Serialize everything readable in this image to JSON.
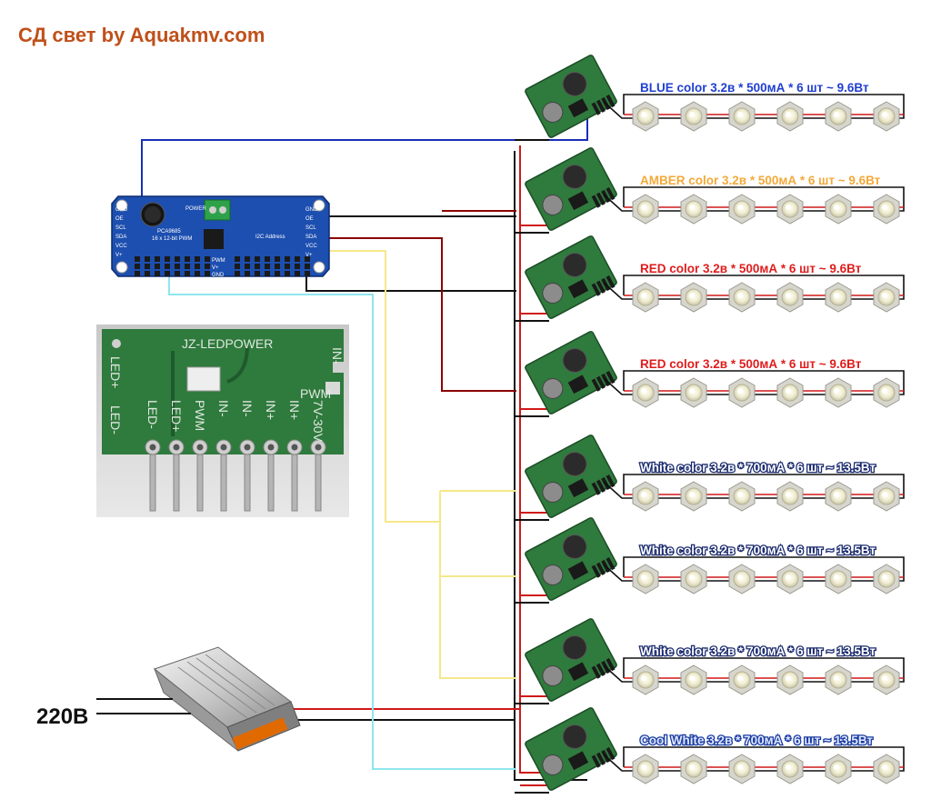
{
  "title": "СД свет by Aquakmv.com",
  "mains_label": "220В",
  "colors": {
    "title": "#c0501a",
    "wire_blue": "#1a2fb8",
    "wire_black": "#111111",
    "wire_red": "#d01818",
    "wire_darkred": "#8b0000",
    "wire_yellow": "#f5e88a",
    "wire_cyan": "#8fe6ee",
    "pcb_blue": "#1d4fb0",
    "pcb_green": "#2f7a3d"
  },
  "pca_board": {
    "chip": "PCA9685",
    "subtitle": "16 x 12-bit PWM",
    "i2c": "I2C Address",
    "power": "POWER",
    "pwm": "PWM",
    "vplus": "V+",
    "gnd": "GND",
    "pins_left": [
      "GND",
      "OE",
      "SCL",
      "SDA",
      "VCC",
      "V+"
    ],
    "pins_right": [
      "GND",
      "OE",
      "SCL",
      "SDA",
      "VCC",
      "V+"
    ]
  },
  "jz_board": {
    "name": "JZ-LEDPOWER",
    "pwm": "PWM",
    "in_minus": "IN-",
    "led_plus_side": "LED+",
    "led_minus_side": "LED-",
    "pins": [
      "LED-",
      "LED+",
      "PWM",
      "IN-",
      "IN-",
      "IN+",
      "IN+",
      "7V-30V"
    ]
  },
  "strings": [
    {
      "label": "BLUE color 3.2в * 500мА * 6 шт ~ 9.6Вт",
      "color": "#1f3fd0",
      "style": "plain",
      "wire": "blue"
    },
    {
      "label": "AMBER color 3.2в * 500мА * 6 шт ~ 9.6Вт",
      "color": "#f4a93a",
      "style": "plain",
      "wire": "black"
    },
    {
      "label": "RED color 3.2в * 500мА * 6 шт ~ 9.6Вт",
      "color": "#e01c1c",
      "style": "plain",
      "wire": "black"
    },
    {
      "label": "RED color 3.2в * 500мА * 6 шт ~ 9.6Вт",
      "color": "#e01c1c",
      "style": "plain",
      "wire": "darkred"
    },
    {
      "label": "White color 3.2в * 700мА * 6 шт ~ 13.5Вт",
      "color": "#ffffff",
      "style": "outline",
      "wire": "yellow"
    },
    {
      "label": "White color 3.2в * 700мА * 6 шт ~ 13.5Вт",
      "color": "#ffffff",
      "style": "outline",
      "wire": "yellow"
    },
    {
      "label": "White color 3.2в * 700мА * 6 шт ~ 13.5Вт",
      "color": "#ffffff",
      "style": "outline",
      "wire": "yellow"
    },
    {
      "label": "Cool White  3.2в * 700мА * 6 шт ~ 13.5Вт",
      "color": "#dfe9ff",
      "style": "cool",
      "wire": "cyan"
    }
  ]
}
